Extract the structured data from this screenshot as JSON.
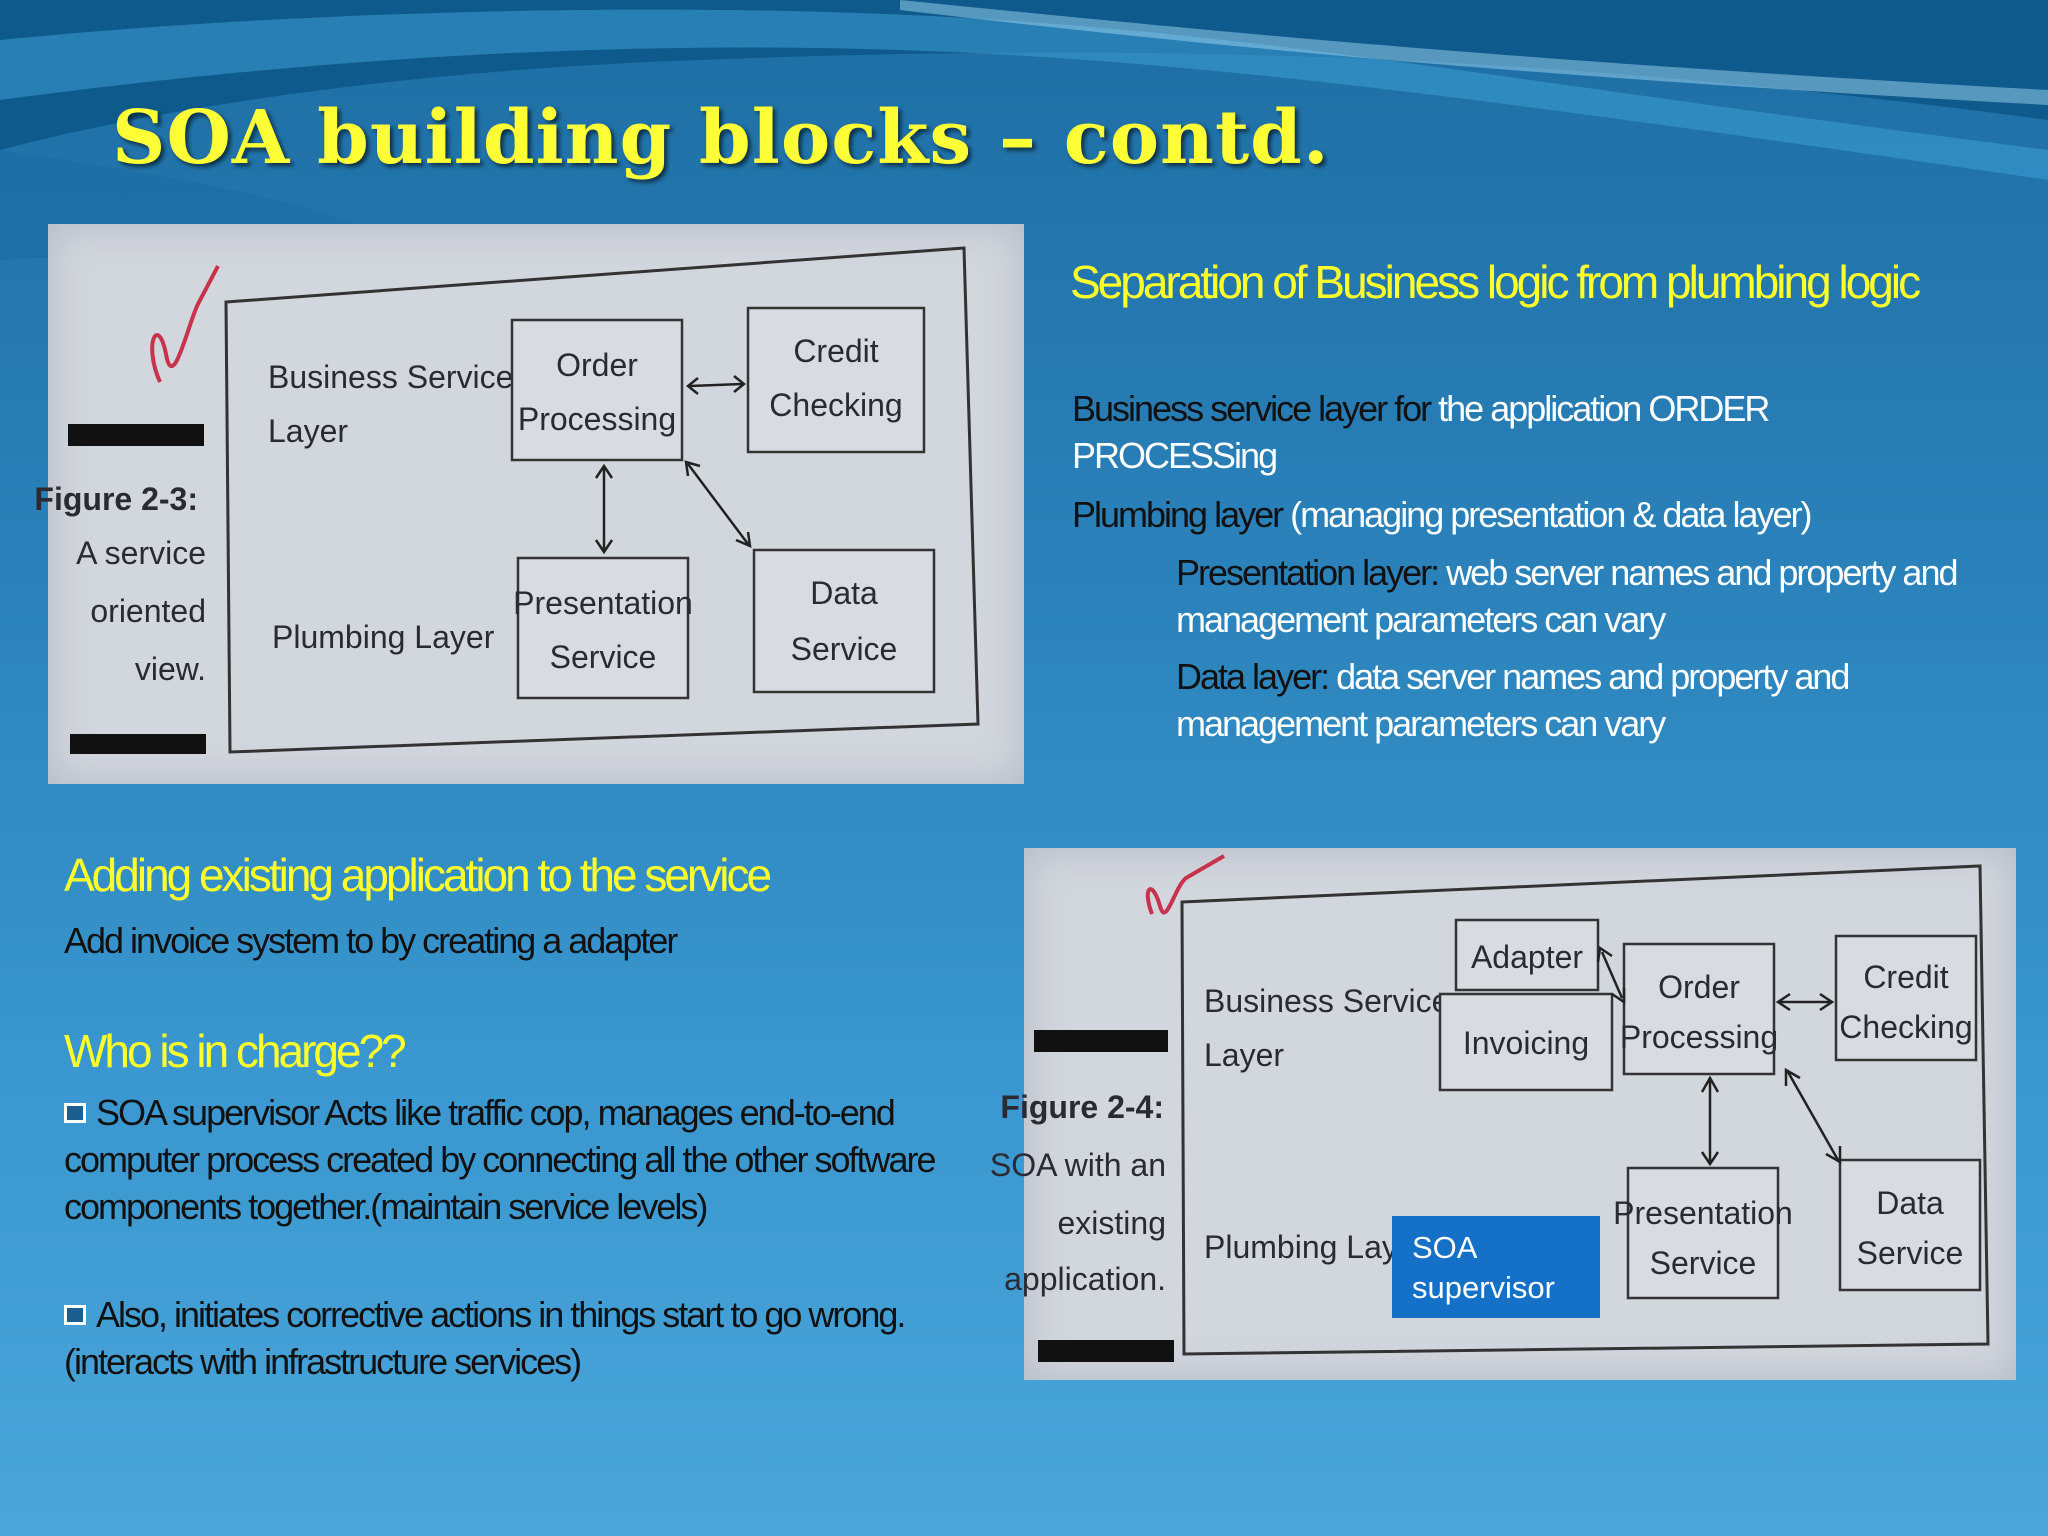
{
  "slide": {
    "title": "SOA building blocks – contd."
  },
  "figure_top": {
    "caption_label": "Figure 2-3:",
    "caption_lines": [
      "A service",
      "oriented",
      "view."
    ],
    "layer_business": [
      "Business Service",
      "Layer"
    ],
    "layer_plumbing": "Plumbing Layer",
    "box_order": [
      "Order",
      "Processing"
    ],
    "box_credit": [
      "Credit",
      "Checking"
    ],
    "box_presentation": [
      "Presentation",
      "Service"
    ],
    "box_data": [
      "Data",
      "Service"
    ]
  },
  "figure_bottom": {
    "caption_label": "Figure 2-4:",
    "caption_lines": [
      "SOA with an",
      "existing",
      "application."
    ],
    "layer_business": [
      "Business Service",
      "Layer"
    ],
    "layer_plumbing": "Plumbing Layer",
    "box_adapter": "Adapter",
    "box_invoicing": "Invoicing",
    "box_order": [
      "Order",
      "Processing"
    ],
    "box_credit": [
      "Credit",
      "Checking"
    ],
    "box_presentation": [
      "Presentation",
      "Service"
    ],
    "box_data": [
      "Data",
      "Service"
    ]
  },
  "right_panel": {
    "heading": "Separation of Business logic from plumbing logic",
    "line1_a": "Business service layer for ",
    "line1_b": "the application ORDER PROCESSing",
    "line2_a": "Plumbing layer ",
    "line2_b": "(managing presentation & data layer)",
    "line3_a": "Presentation layer: ",
    "line3_b": "web server names and property and management parameters can vary",
    "line4_a": "Data layer: ",
    "line4_b": "data server names and property  and management parameters can vary"
  },
  "left_panel": {
    "heading1": "Adding existing application to the service",
    "text1": "Add invoice system to by creating a adapter",
    "heading2": "Who is in charge??",
    "bullet1": "SOA supervisor Acts like traffic cop, manages end-to-end computer process created by connecting all  the other software components together.(maintain service levels)",
    "bullet2": "Also, initiates corrective actions in things start to go wrong. (interacts with infrastructure services)"
  },
  "overlay": {
    "soa_supervisor_label": [
      "SOA",
      "supervisor"
    ]
  },
  "colors": {
    "heading_yellow": "#ffff2a",
    "title_yellow": "#ffff38",
    "background_blue": "#2a80b8",
    "supervisor_box": "#1570c8"
  }
}
